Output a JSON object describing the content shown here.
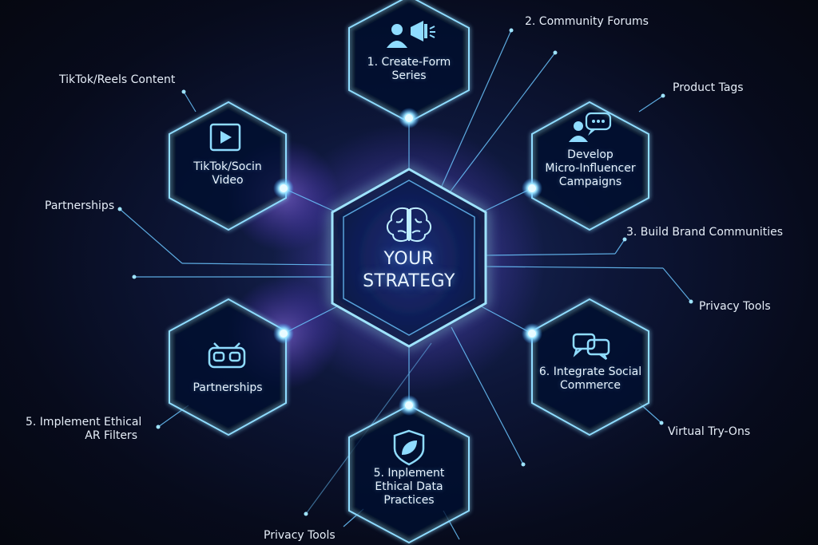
{
  "center": {
    "title_line1": "YOUR",
    "title_line2": "STRATEGY",
    "icon": "brain-icon"
  },
  "hexagons": [
    {
      "id": "top",
      "icon": "megaphone-user-icon",
      "lines": [
        "1. Create-Form",
        "Series"
      ]
    },
    {
      "id": "upper-left",
      "icon": "play-video-icon",
      "lines": [
        "TikTok/Socin",
        "Video"
      ]
    },
    {
      "id": "upper-right",
      "icon": "user-chat-icon",
      "lines": [
        "Develop",
        "Micro-Influencer",
        "Campaigns"
      ]
    },
    {
      "id": "lower-left",
      "icon": "vr-headset-icon",
      "lines": [
        "Partnerships"
      ]
    },
    {
      "id": "lower-right",
      "icon": "chat-bubbles-icon",
      "lines": [
        "6. Integrate Social",
        "Commerce"
      ]
    },
    {
      "id": "bottom",
      "icon": "shield-leaf-icon",
      "lines": [
        "5. Inplement",
        "Ethical Data",
        "Practices"
      ]
    }
  ],
  "annotations": {
    "community_forums": "2. Community Forums",
    "tiktok_reels": "TikTok/Reels Content",
    "product_tags": "Product Tags",
    "partnerships": "Partnerships",
    "build_brand": "3. Build Brand Communities",
    "privacy_tools_right": "Privacy Tools",
    "implement_ethical_line1": "5. Implement Ethical",
    "implement_ethical_line2": "AR Filters",
    "virtual_tryons": "Virtual Try-Ons",
    "privacy_tools_bottom": "Privacy Tools"
  },
  "colors": {
    "accent": "#7fd4ff",
    "glow": "#5aa8ff",
    "node": "#bfeeff"
  }
}
